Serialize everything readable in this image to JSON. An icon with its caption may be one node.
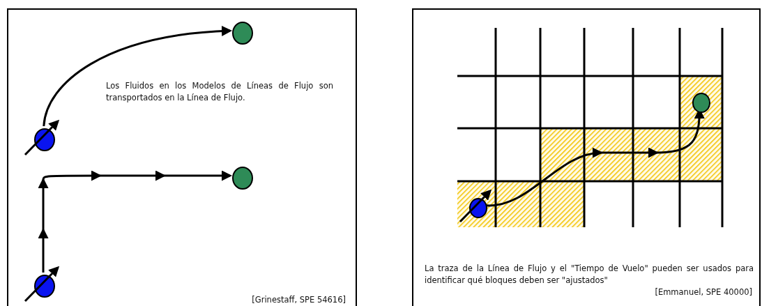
{
  "diagram": {
    "nodes": [
      {
        "text": [
          "Los Fluidos en los Modelos de Líneas de Flujo son transportados en la Línea de Flujo.",
          "[Grinestaff, SPE 54616]"
        ]
      },
      {
        "text": [],
        "shape": "circle",
        "in": 0
      },
      {
        "text": [],
        "shape": "circle",
        "in": 0
      },
      {
        "text": [],
        "shape": "circle",
        "in": 0
      },
      {
        "text": [],
        "shape": "circle",
        "in": 0
      },
      {
        "text": [
          "La traza de la Línea de Flujo y el \"Tiempo de Vuelo\" pueden ser usados para identificar qué bloques deben ser \"ajustados\"",
          "[Emmanuel, SPE 40000]"
        ]
      },
      {
        "text": [],
        "shape": "circle",
        "in": 5
      },
      {
        "text": [],
        "shape": "circle",
        "in": 5
      }
    ],
    "edges": [
      {
        "from": 1,
        "to": 2,
        "arrow": "to"
      },
      {
        "from": 3,
        "to": 4,
        "arrow": "to"
      },
      {
        "from": 6,
        "to": 7,
        "arrow": "to"
      }
    ]
  }
}
